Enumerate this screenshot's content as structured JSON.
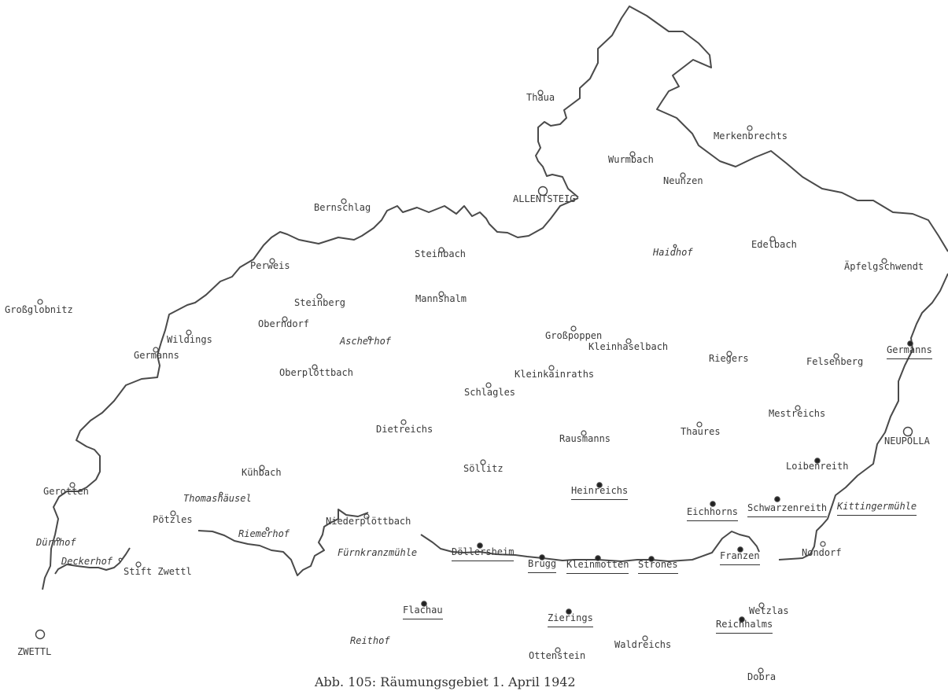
{
  "caption": "Abb. 105: Räumungsgebiet 1. April 1942",
  "places": [
    {
      "id": "thaua",
      "name": "Thaua",
      "marker": "circle"
    },
    {
      "id": "merkenbrechts",
      "name": "Merkenbrechts",
      "marker": "circle"
    },
    {
      "id": "wurmbach",
      "name": "Wurmbach",
      "marker": "circle"
    },
    {
      "id": "neunzen",
      "name": "Neunzen",
      "marker": "circle"
    },
    {
      "id": "allentsteig",
      "name": "ALLENTSTEIG",
      "marker": "big-circle"
    },
    {
      "id": "bernschlag",
      "name": "Bernschlag",
      "marker": "circle"
    },
    {
      "id": "steinbach",
      "name": "Steinbach",
      "marker": "circle"
    },
    {
      "id": "haidhof",
      "name": "Haidhof",
      "marker": "dot",
      "style": "italic"
    },
    {
      "id": "edelbach",
      "name": "Edelbach",
      "marker": "circle"
    },
    {
      "id": "aepfelgschwendt",
      "name": "Äpfelgschwendt",
      "marker": "circle"
    },
    {
      "id": "perweis",
      "name": "Perweis",
      "marker": "circle"
    },
    {
      "id": "grossglobnitz",
      "name": "Großglobnitz",
      "marker": "circle"
    },
    {
      "id": "steinberg",
      "name": "Steinberg",
      "marker": "circle"
    },
    {
      "id": "mannshalm",
      "name": "Mannshalm",
      "marker": "circle"
    },
    {
      "id": "oberndorf",
      "name": "Oberndorf",
      "marker": "circle"
    },
    {
      "id": "wildings",
      "name": "Wildings",
      "marker": "circle"
    },
    {
      "id": "ascherhof",
      "name": "Ascherhof",
      "marker": "dot",
      "style": "italic"
    },
    {
      "id": "grosspoppen",
      "name": "Großpoppen",
      "marker": "circle"
    },
    {
      "id": "kleinhaselbach",
      "name": "Kleinhaselbach",
      "marker": "circle"
    },
    {
      "id": "riegers",
      "name": "Riegers",
      "marker": "circle"
    },
    {
      "id": "felsenberg",
      "name": "Felsenberg",
      "marker": "circle"
    },
    {
      "id": "germanns_w",
      "name": "Germanns",
      "marker": "circle"
    },
    {
      "id": "germanns_e",
      "name": "Germanns",
      "marker": "filled",
      "style": "underline"
    },
    {
      "id": "oberploettbach",
      "name": "Oberplöttbach",
      "marker": "circle"
    },
    {
      "id": "kleinkainraths",
      "name": "Kleinkainraths",
      "marker": "circle"
    },
    {
      "id": "schlagles",
      "name": "Schlagles",
      "marker": "circle"
    },
    {
      "id": "mestreichs",
      "name": "Mestreichs",
      "marker": "circle"
    },
    {
      "id": "dietreichs",
      "name": "Dietreichs",
      "marker": "circle"
    },
    {
      "id": "rausmanns",
      "name": "Rausmanns",
      "marker": "circle"
    },
    {
      "id": "thaures",
      "name": "Thaures",
      "marker": "circle"
    },
    {
      "id": "neupoella",
      "name": "NEUPÖLLA",
      "marker": "big-circle"
    },
    {
      "id": "loibenreith",
      "name": "Loibenreith",
      "marker": "filled"
    },
    {
      "id": "kuehbach",
      "name": "Kühbach",
      "marker": "circle"
    },
    {
      "id": "soellitz",
      "name": "Söllitz",
      "marker": "circle"
    },
    {
      "id": "heinreichs",
      "name": "Heinreichs",
      "marker": "filled",
      "style": "underline"
    },
    {
      "id": "gerotten",
      "name": "Gerotten",
      "marker": "circle"
    },
    {
      "id": "thomashaeusel",
      "name": "Thomashäusel",
      "marker": "dot",
      "style": "italic"
    },
    {
      "id": "eichhorns",
      "name": "Eichhorns",
      "marker": "filled",
      "style": "underline"
    },
    {
      "id": "schwarzenreith",
      "name": "Schwarzenreith",
      "marker": "filled",
      "style": "underline"
    },
    {
      "id": "kittingermuehle",
      "name": "Kittingermühle",
      "marker": "none",
      "style": "italic-underline"
    },
    {
      "id": "poetzles",
      "name": "Pötzles",
      "marker": "circle"
    },
    {
      "id": "niederploettbach",
      "name": "Niederplöttbach",
      "marker": "circle"
    },
    {
      "id": "riemerhof",
      "name": "Riemerhof",
      "marker": "dot",
      "style": "italic"
    },
    {
      "id": "duernhof",
      "name": "Dürnhof",
      "marker": "dot",
      "style": "italic"
    },
    {
      "id": "nondorf",
      "name": "Nondorf",
      "marker": "circle"
    },
    {
      "id": "doellersheim",
      "name": "Döllersheim",
      "marker": "filled",
      "style": "underline"
    },
    {
      "id": "deckerhof",
      "name": "Deckerhof",
      "marker": "dot",
      "style": "italic"
    },
    {
      "id": "fuernkranzmuehle",
      "name": "Fürnkranzmühle",
      "marker": "none",
      "style": "italic"
    },
    {
      "id": "brugg",
      "name": "Brugg",
      "marker": "filled",
      "style": "underline"
    },
    {
      "id": "kleinmotten",
      "name": "Kleinmotten",
      "marker": "filled",
      "style": "underline"
    },
    {
      "id": "strones",
      "name": "Strones",
      "marker": "filled",
      "style": "underline"
    },
    {
      "id": "franzen",
      "name": "Franzen",
      "marker": "filled",
      "style": "underline"
    },
    {
      "id": "stiftzwettl",
      "name": "Stift Zwettl",
      "marker": "circle"
    },
    {
      "id": "flachau",
      "name": "Flachau",
      "marker": "filled",
      "style": "underline"
    },
    {
      "id": "zierings",
      "name": "Zierings",
      "marker": "filled",
      "style": "underline"
    },
    {
      "id": "wetzlas",
      "name": "Wetzlas",
      "marker": "filled"
    },
    {
      "id": "reichhalms",
      "name": "Reichhalms",
      "marker": "circle",
      "style": "underline"
    },
    {
      "id": "zwettl",
      "name": "ZWETTL",
      "marker": "big-circle"
    },
    {
      "id": "reithof",
      "name": "Reithof",
      "marker": "none",
      "style": "italic"
    },
    {
      "id": "waldreichs",
      "name": "Waldreichs",
      "marker": "circle"
    },
    {
      "id": "ottenstein",
      "name": "Ottenstein",
      "marker": "circle"
    },
    {
      "id": "dobra",
      "name": "Dobra",
      "marker": "circle"
    }
  ]
}
